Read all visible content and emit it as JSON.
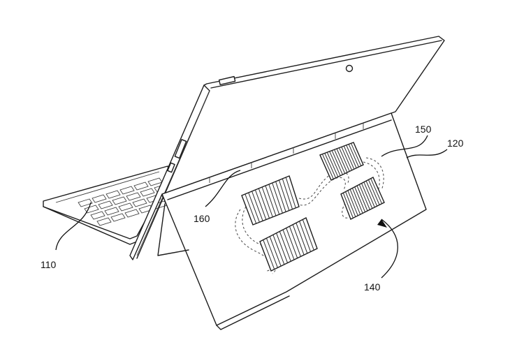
{
  "labels": {
    "keyboard": "110",
    "kickstand": "120",
    "solar_array": "140",
    "circuit": "150",
    "hinge": "160"
  }
}
